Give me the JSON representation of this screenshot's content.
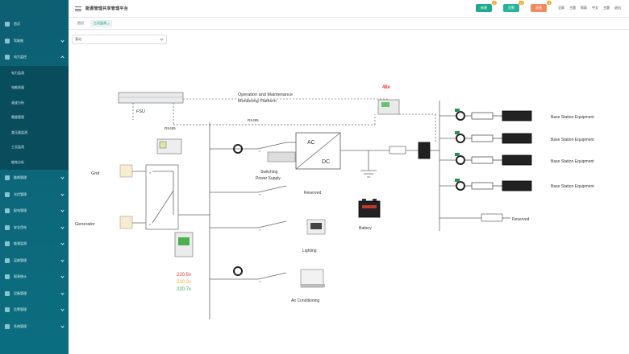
{
  "app": {
    "title": "能源管理共享管理平台"
  },
  "sidebar": {
    "items": [
      {
        "label": "首页"
      },
      {
        "label": "驾驶舱"
      },
      {
        "label": "电力监控"
      },
      {
        "label": ""
      },
      {
        "label": "能耗管理"
      },
      {
        "label": "光伏管理"
      },
      {
        "label": "配电管理"
      },
      {
        "label": "安全用电"
      },
      {
        "label": "能源监测"
      },
      {
        "label": "运维管理"
      },
      {
        "label": "报表统计"
      },
      {
        "label": "设备管理"
      },
      {
        "label": "告警管理"
      },
      {
        "label": "系统管理"
      }
    ],
    "sub_items": [
      {
        "label": "电力监测"
      },
      {
        "label": "电能质量"
      },
      {
        "label": "谐波分析"
      },
      {
        "label": "需量管理"
      },
      {
        "label": "变压器监测"
      },
      {
        "label": "工况监测"
      },
      {
        "label": "能效分析"
      }
    ]
  },
  "header": {
    "btn1": "新建",
    "btn1_badge": "1",
    "btn2": "告警",
    "btn2_badge": "12",
    "btn3": "消息",
    "btn3_badge": "9",
    "links": [
      "全屏",
      "主题",
      "帮助",
      "中文",
      "主题",
      "退出"
    ]
  },
  "tabs": [
    {
      "label": "首页"
    },
    {
      "label": "工况监测"
    }
  ],
  "selector": {
    "value": "基站"
  },
  "diagram": {
    "fsu_label": "FSU",
    "rs485_1": "RS485",
    "rs485_2": "RS485",
    "platform_label_1": "Operation and Maintenance",
    "platform_label_2": "Monitoring Platform",
    "voltage_48": "48v",
    "grid": "Grid",
    "generator": "Generator",
    "v1": "220.5v",
    "v2": "220.2v",
    "v3": "220.7v",
    "switching_1": "Switching",
    "switching_2": "Power Supply",
    "reserved_1": "Reserved",
    "lighting": "Lighting",
    "air": "Air Conditioning",
    "ac": "AC",
    "dc": "DC",
    "battery": "Battery",
    "reserved_2": "Reserved",
    "bse": [
      "Base Station Equipment",
      "Base Station Equipment",
      "Base Station Equipment",
      "Base Station Equipment"
    ]
  },
  "colors": {
    "sidebar": "#0d5f72",
    "accent": "#1faa8c",
    "red": "#e53935",
    "orange": "#f5a623",
    "green": "#34a853"
  }
}
